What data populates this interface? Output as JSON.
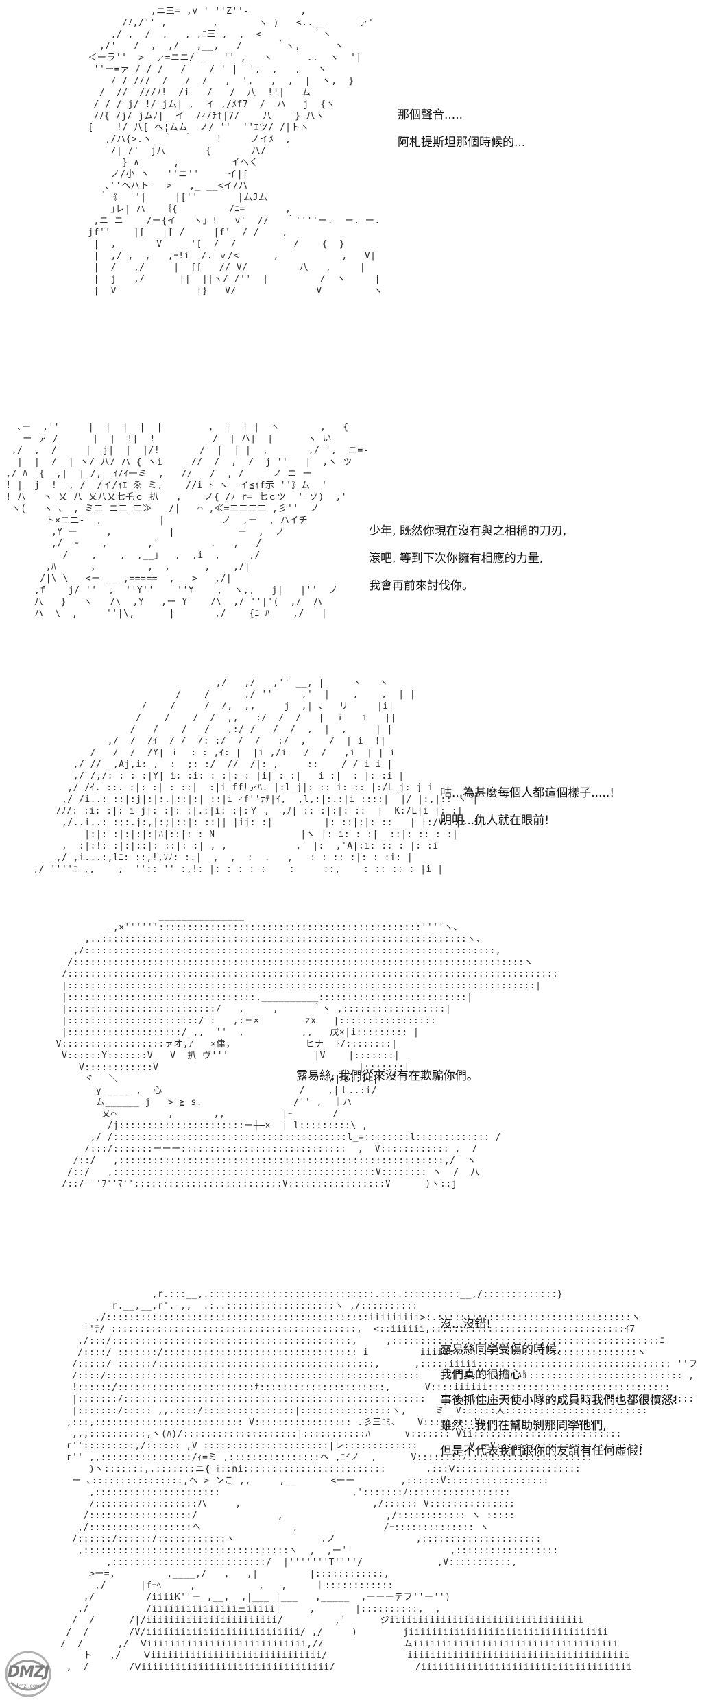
{
  "panels": [
    {
      "lines": [
        "那個聲音.....",
        "阿札提斯坦那個時候的..."
      ]
    },
    {
      "lines": [
        "少年, 既然你現在沒有與之相稱的刀刃,",
        "滾吧, 等到下次你擁有相應的力量,",
        "我會再前來討伐你。"
      ]
    },
    {
      "lines": [
        "咕...為甚麼每個人都這個樣子.....!",
        "明明...仇人就在眼前!"
      ]
    },
    {
      "lines": [
        "露易絲, 我們從來沒有在欺騙你們。"
      ]
    },
    {
      "lines": [
        "沒...沒錯!",
        "露易絲同學受傷的時候,",
        "我們真的很擔心!",
        "事後抓住庄天使小隊的成員時我們也都很憤怒!",
        "雖然...我們在幫助刹那同學他們,",
        "但是不代表我們跟你的友誼有任何虛假!"
      ]
    }
  ],
  "watermark": {
    "text": "DMZJ",
    "subtext": "dmzj.com"
  }
}
